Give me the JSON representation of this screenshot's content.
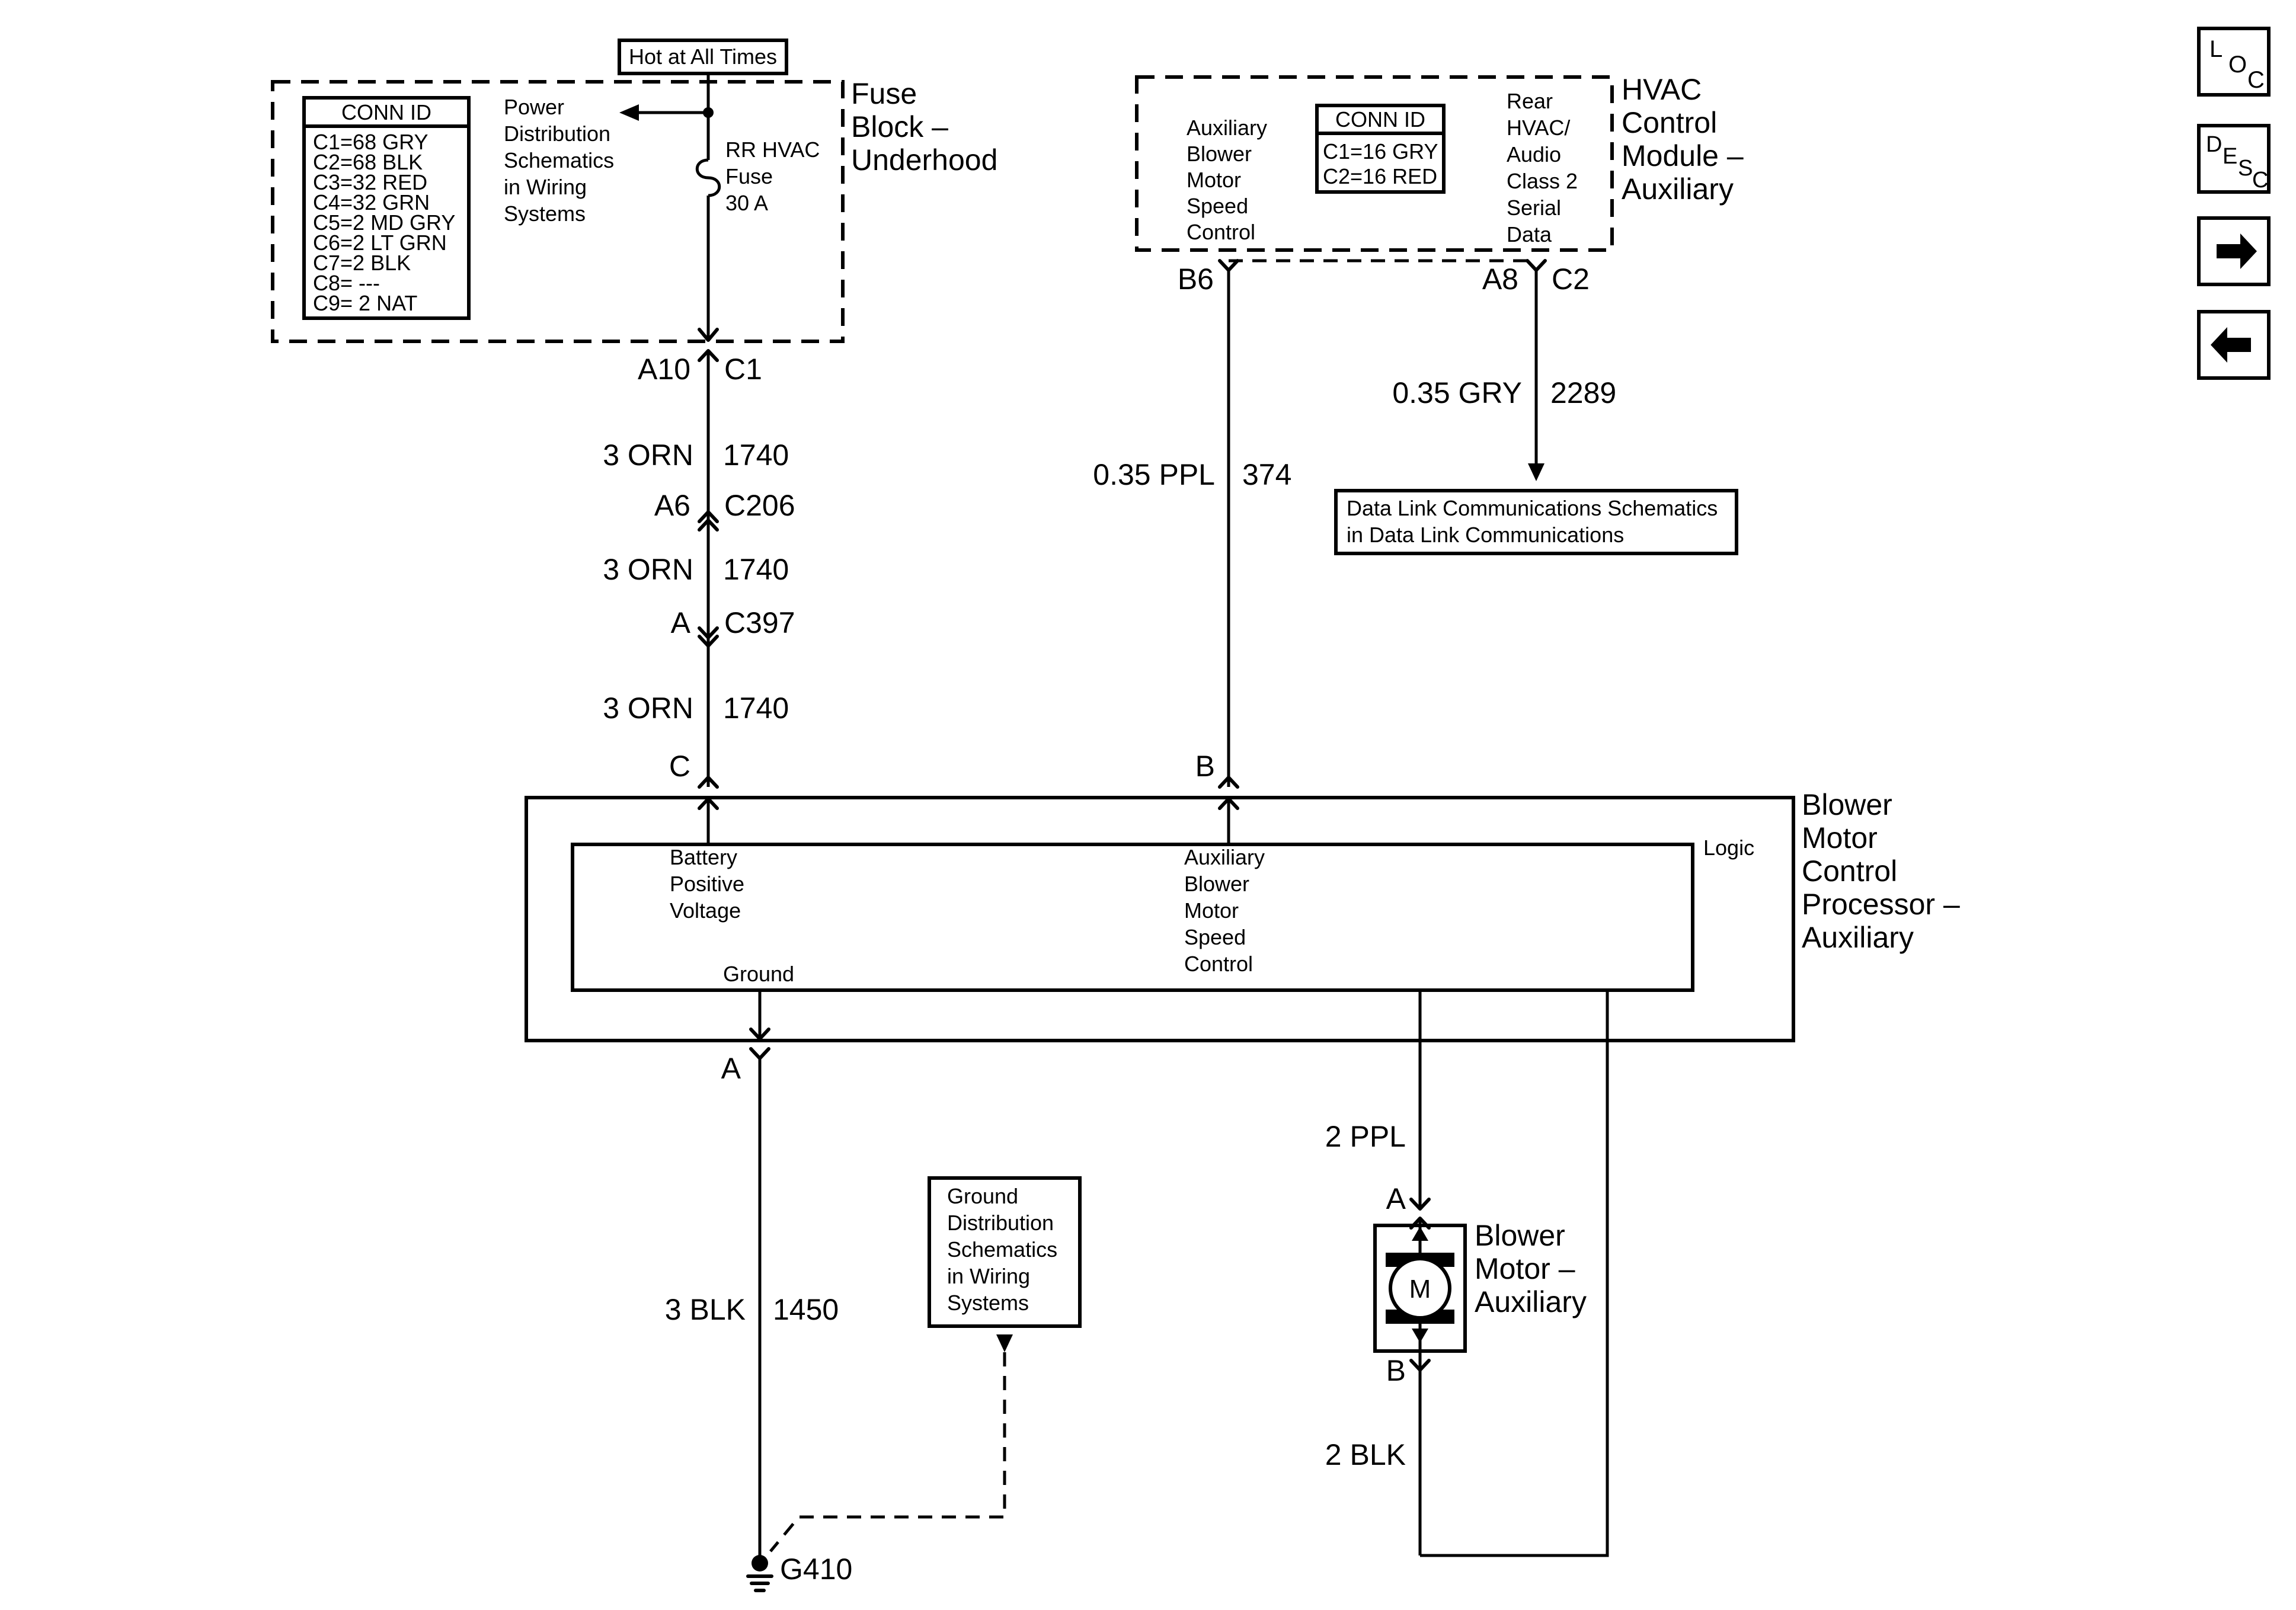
{
  "fuse_block": {
    "title_lines": [
      "Fuse",
      "Block –",
      "Underhood"
    ],
    "hot_label": "Hot at All Times",
    "conn_id_header": "CONN ID",
    "conn_ids": [
      "C1=68 GRY",
      "C2=68 BLK",
      "C3=32 RED",
      "C4=32 GRN",
      "C5=2 MD GRY",
      "C6=2 LT GRN",
      "C7=2 BLK",
      "C8= ---",
      "C9= 2 NAT"
    ],
    "power_dist_lines": [
      "Power",
      "Distribution",
      "Schematics",
      "in Wiring",
      "Systems"
    ],
    "fuse_lines": [
      "RR HVAC",
      "Fuse",
      "30 A"
    ]
  },
  "hvac_module": {
    "title_lines": [
      "HVAC",
      "Control",
      "Module –",
      "Auxiliary"
    ],
    "conn_id_header": "CONN ID",
    "conn_ids": [
      "C1=16 GRY",
      "C2=16 RED"
    ],
    "left_lines": [
      "Auxiliary",
      "Blower",
      "Motor",
      "Speed",
      "Control"
    ],
    "right_lines": [
      "Rear",
      "HVAC/",
      "Audio",
      "Class 2",
      "Serial",
      "Data"
    ]
  },
  "pins": {
    "a10": "A10",
    "c1": "C1",
    "a6": "A6",
    "c206": "C206",
    "a": "A",
    "c397": "C397",
    "c": "C",
    "b6": "B6",
    "a8": "A8",
    "c2": "C2",
    "b": "B",
    "ground_a": "A",
    "motor_a": "A",
    "motor_b": "B"
  },
  "wires": {
    "orn1_color": "3 ORN",
    "orn1_circuit": "1740",
    "orn2_color": "3 ORN",
    "orn2_circuit": "1740",
    "orn3_color": "3 ORN",
    "orn3_circuit": "1740",
    "ppl_color": "0.35 PPL",
    "ppl_circuit": "374",
    "gry_color": "0.35 GRY",
    "gry_circuit": "2289",
    "blk_color": "3 BLK",
    "blk_circuit": "1450",
    "ppl2_color": "2 PPL",
    "blk2_color": "2 BLK"
  },
  "data_link": {
    "lines": [
      "Data Link Communications Schematics",
      "in Data Link Communications"
    ]
  },
  "processor": {
    "title_lines": [
      "Blower",
      "Motor",
      "Control",
      "Processor –",
      "Auxiliary"
    ],
    "logic_label": "Logic",
    "battery_lines": [
      "Battery",
      "Positive",
      "Voltage"
    ],
    "ground_label": "Ground",
    "speed_lines": [
      "Auxiliary",
      "Blower",
      "Motor",
      "Speed",
      "Control"
    ]
  },
  "ground_dist": {
    "lines": [
      "Ground",
      "Distribution",
      "Schematics",
      "in Wiring",
      "Systems"
    ]
  },
  "ground_point": "G410",
  "motor": {
    "symbol": "M",
    "title_lines": [
      "Blower",
      "Motor –",
      "Auxiliary"
    ]
  },
  "nav": {
    "loc": {
      "l": "L",
      "o": "O",
      "c": "C"
    },
    "desc": {
      "d": "D",
      "e": "E",
      "s": "S",
      "c": "C"
    },
    "next_icon": "arrow-right-icon",
    "prev_icon": "arrow-left-icon"
  }
}
